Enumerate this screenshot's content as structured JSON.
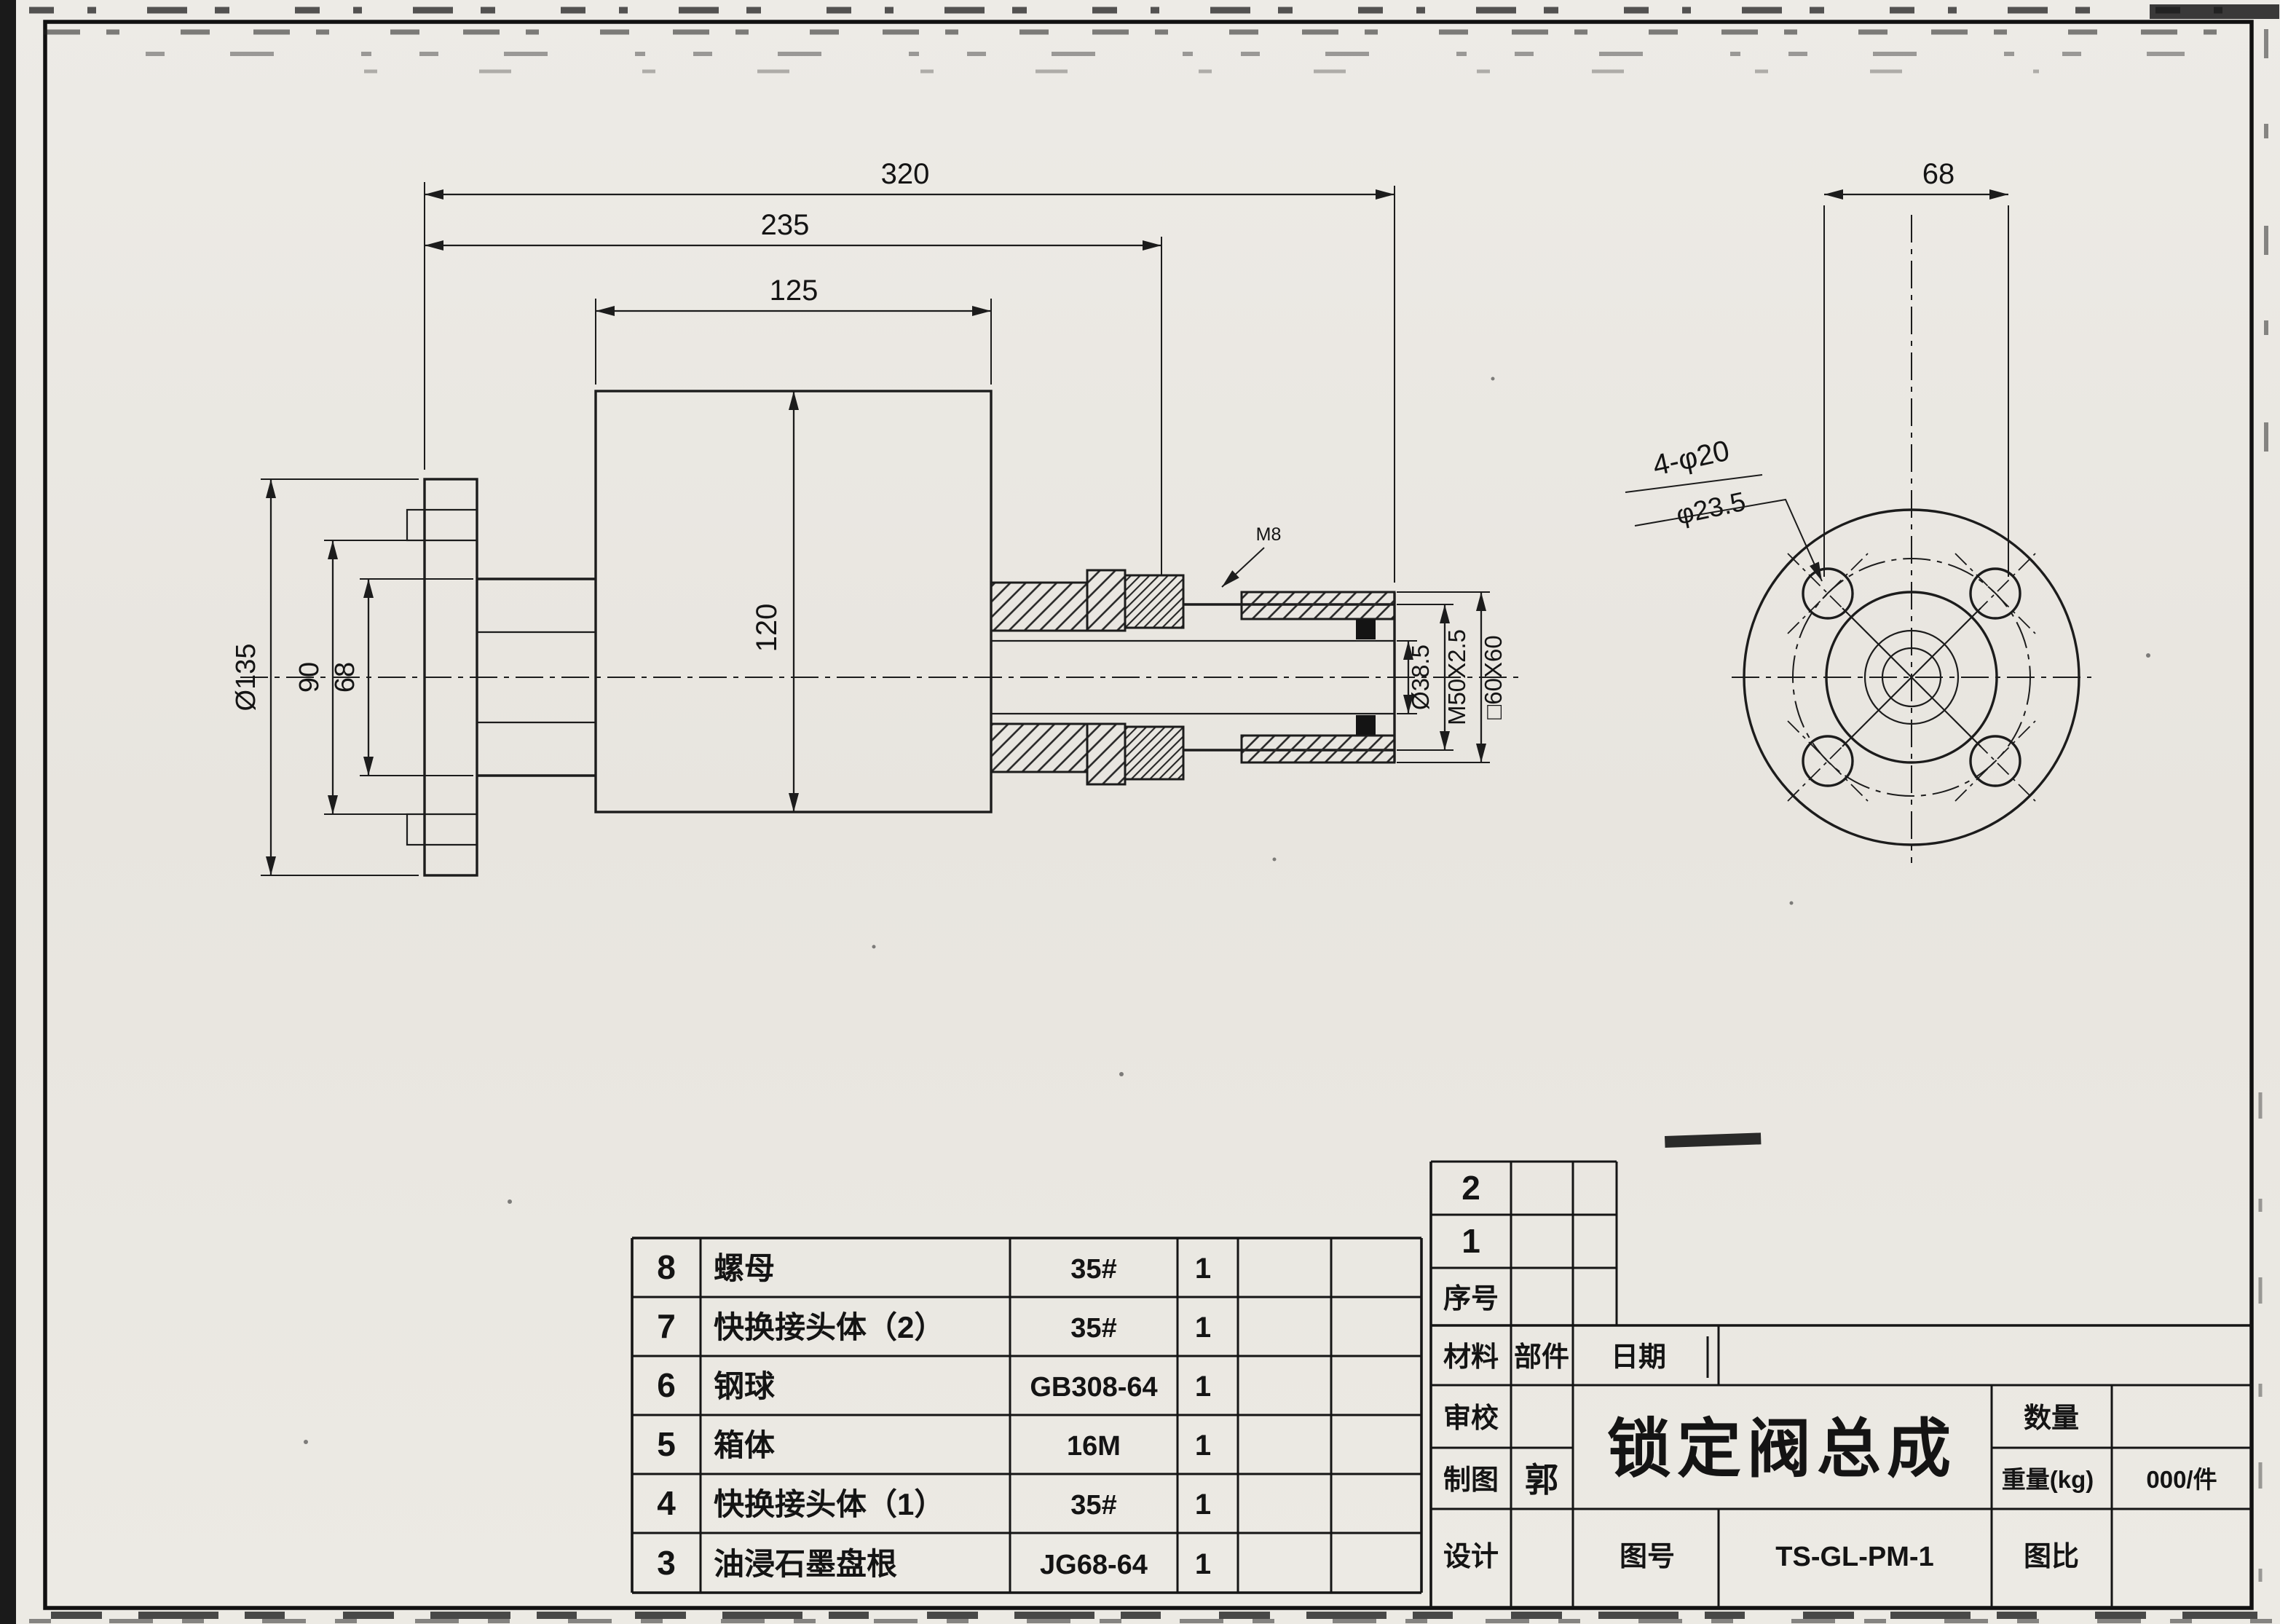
{
  "document": {
    "type": "mechanical engineering drawing",
    "language": "zh-CN"
  },
  "drawing": {
    "dims": {
      "overall": "320",
      "mid": "235",
      "box_w": "125",
      "box_h": "120",
      "flange_od": "Ø135",
      "bolt_circle": "90",
      "hub": "68",
      "bore": "Ø38.5",
      "thread": "M50X2.5",
      "square": "□60X60",
      "m8": "M8",
      "end_face": "68",
      "holes_note": "4-φ20",
      "struck_note": "φ23.5"
    }
  },
  "parts_table": {
    "rows": [
      {
        "no": "8",
        "name": "螺母",
        "spec": "35#",
        "qty": "1"
      },
      {
        "no": "7",
        "name": "快换接头体（2）",
        "spec": "35#",
        "qty": "1"
      },
      {
        "no": "6",
        "name": "钢球",
        "spec": "GB308-64",
        "qty": "1"
      },
      {
        "no": "5",
        "name": "箱体",
        "spec": "16M",
        "qty": "1"
      },
      {
        "no": "4",
        "name": "快换接头体（1）",
        "spec": "35#",
        "qty": "1"
      },
      {
        "no": "3",
        "name": "油浸石墨盘根",
        "spec": "JG68-64",
        "qty": "1"
      }
    ]
  },
  "title_block": {
    "row_2": "2",
    "row_1": "1",
    "serial_label": "序号",
    "material_label": "材料",
    "part_label": "部件",
    "date_label": "日期",
    "review_label": "审校",
    "qty_label": "数量",
    "draft_label": "制图",
    "draftsman": "郭",
    "weight_label": "重量(kg)",
    "weight_value": "000/件",
    "design_label": "设计",
    "drawing_no_label": "图号",
    "drawing_no": "TS-GL-PM-1",
    "scale_label": "图比",
    "title": "锁定阀总成"
  },
  "colors": {
    "ink": "#1c1c1c",
    "paper": "#e9e6e0"
  }
}
